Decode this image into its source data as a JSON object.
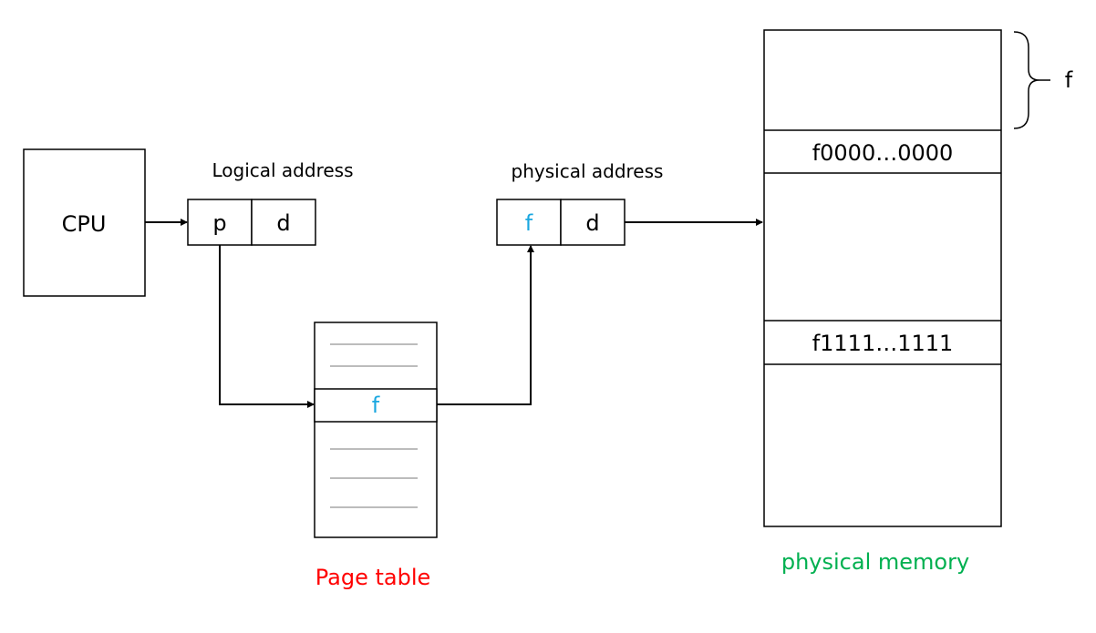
{
  "colors": {
    "frame_number": "#1AA7E0",
    "page_table_caption": "#FF0000",
    "memory_caption": "#00B050",
    "line": "#000000",
    "table_entry_line": "#A6A6A6"
  },
  "cpu": {
    "label": "CPU"
  },
  "logical_address": {
    "caption": "Logical address",
    "page_field": "p",
    "offset_field": "d"
  },
  "physical_address": {
    "caption": "physical address",
    "frame_field": "f",
    "offset_field": "d"
  },
  "page_table": {
    "caption": "Page table",
    "highlighted_entry": "f"
  },
  "physical_memory": {
    "caption": "physical memory",
    "frame_start": "f0000…0000",
    "frame_end": "f1111…1111",
    "brace_label": "f"
  }
}
